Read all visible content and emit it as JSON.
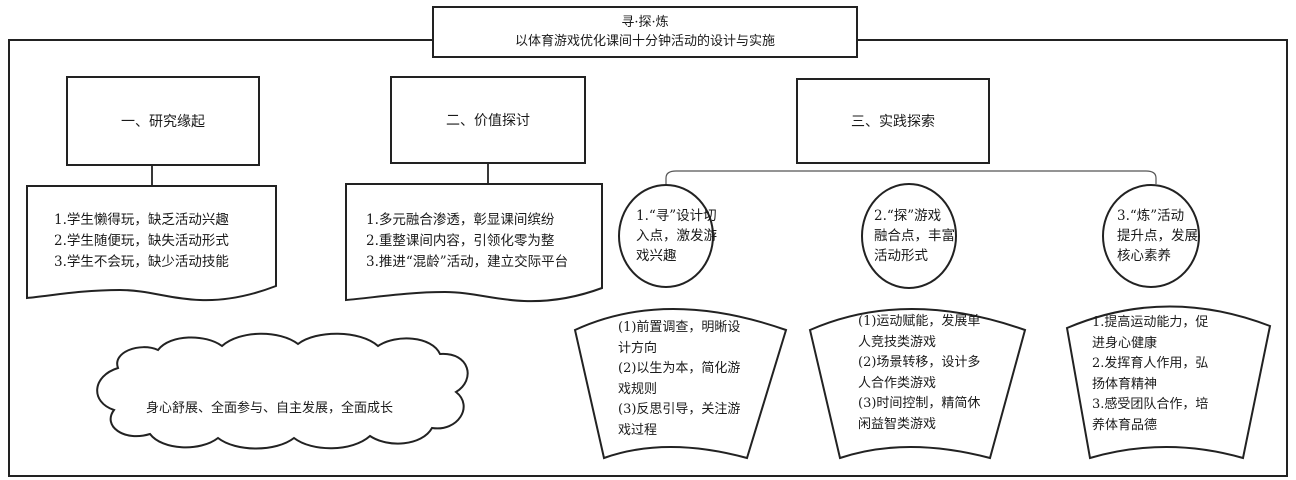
{
  "title": {
    "line1": "寻·探·炼",
    "line2": "以体育游戏优化课间十分钟活动的设计与实施"
  },
  "sections": [
    {
      "heading": "一、研究缘起",
      "items": [
        "1.学生懒得玩，缺乏活动兴趣",
        "2.学生随便玩，缺失活动形式",
        "3.学生不会玩，缺少活动技能"
      ]
    },
    {
      "heading": "二、价值探讨",
      "items": [
        "1.多元融合渗透，彰显课间缤纷",
        "2.重整课间内容，引领化零为整",
        "3.推进“混龄”活动，建立交际平台"
      ]
    },
    {
      "heading": "三、实践探索",
      "branches": [
        {
          "circle": [
            "1.“寻”设计切",
            "入点，激发游",
            "戏兴趣"
          ],
          "fan": [
            "(1)前置调查，明晰设",
            "计方向",
            "(2)以生为本，简化游",
            "戏规则",
            "(3)反思引导，关注游",
            "戏过程"
          ]
        },
        {
          "circle": [
            "2.“探”游戏",
            "融合点，丰富",
            "活动形式"
          ],
          "fan": [
            "(1)运动赋能，发展单",
            "人竞技类游戏",
            "(2)场景转移，设计多",
            "人合作类游戏",
            "(3)时间控制，精简休",
            "闲益智类游戏"
          ]
        },
        {
          "circle": [
            "3.“炼”活动",
            "提升点，发展",
            "核心素养"
          ],
          "fan": [
            "1.提高运动能力，促",
            "进身心健康",
            "2.发挥育人作用，弘",
            "扬体育精神",
            "3.感受团队合作，培",
            "养体育品德"
          ]
        }
      ]
    }
  ],
  "cloud": "身心舒展、全面参与、自主发展，全面成长"
}
